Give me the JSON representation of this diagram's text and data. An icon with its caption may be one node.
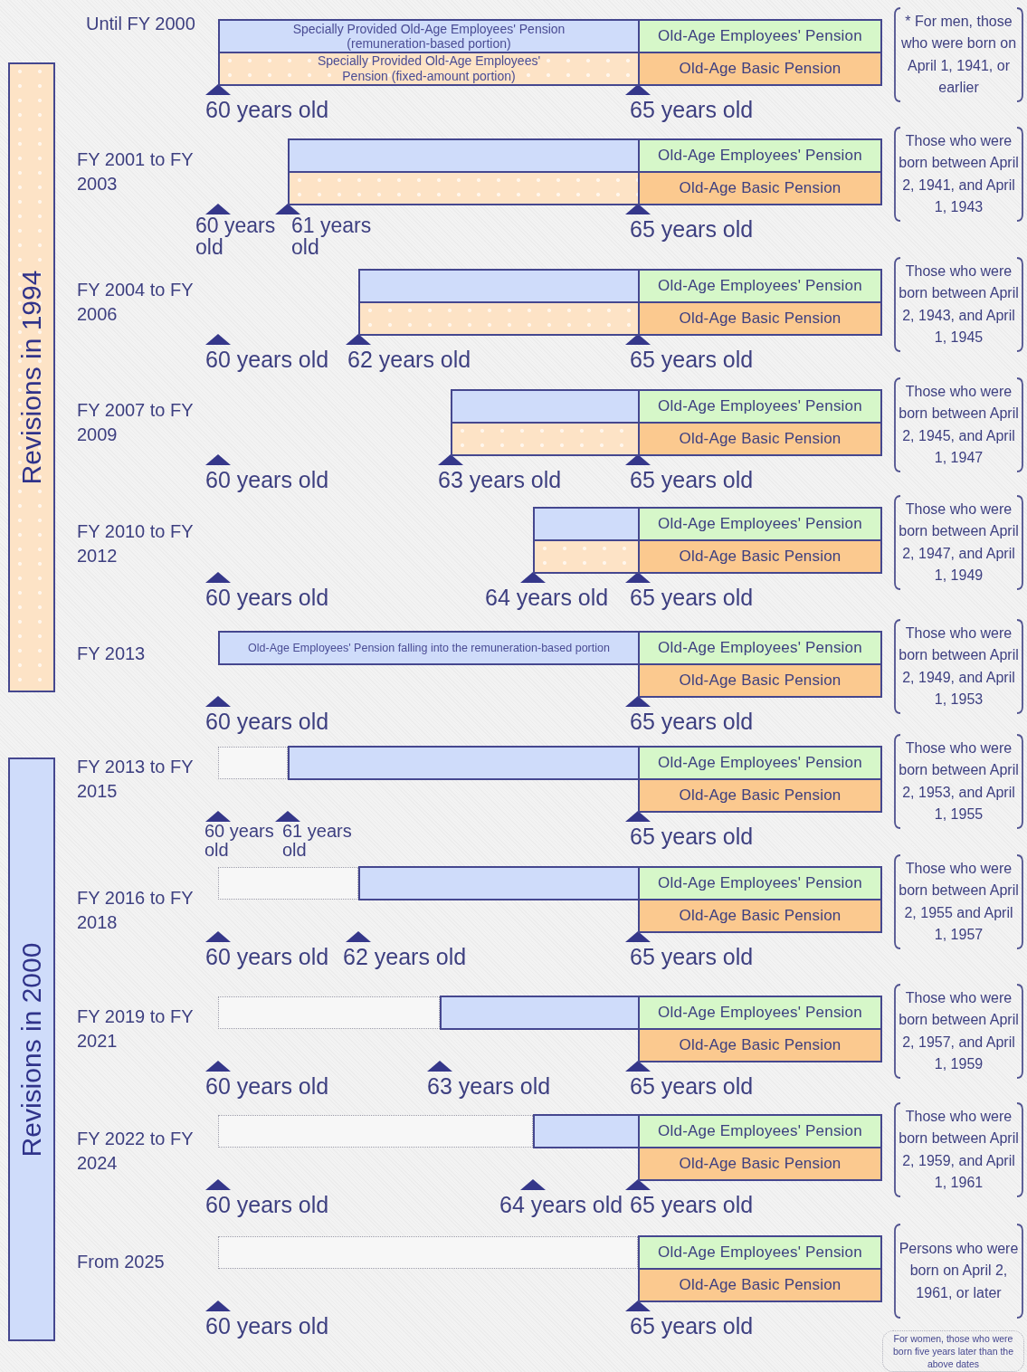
{
  "diagram": {
    "nodes": [
      {
        "text": [
          "Revisions in 1994"
        ]
      },
      {
        "text": [
          "Revisions in 2000"
        ]
      },
      {
        "text": [
          "Specially Provided Old-Age Employees' Pension (remuneration-based portion)"
        ]
      },
      {
        "text": [
          "Old-Age Employees' Pension"
        ]
      },
      {
        "text": [
          "Specially Provided Old-Age Employees' Pension (fixed-amount portion)"
        ]
      },
      {
        "text": [
          "Old-Age Basic Pension"
        ]
      },
      {
        "text": [
          "* For men, those who were born on April 1, 1941, or earlier"
        ]
      },
      {
        "text": [],
        "shape": "bar"
      },
      {
        "text": [
          "Old-Age Employees' Pension"
        ]
      },
      {
        "text": [],
        "shape": "bar"
      },
      {
        "text": [
          "Old-Age Basic Pension"
        ]
      },
      {
        "text": [
          "Those who were born between April 2, 1941, and April 1, 1943"
        ]
      },
      {
        "text": [],
        "shape": "bar"
      },
      {
        "text": [
          "Old-Age Employees' Pension"
        ]
      },
      {
        "text": [],
        "shape": "bar"
      },
      {
        "text": [
          "Old-Age Basic Pension"
        ]
      },
      {
        "text": [
          "Those who were born between April 2, 1943, and April 1, 1945"
        ]
      },
      {
        "text": [],
        "shape": "bar"
      },
      {
        "text": [
          "Old-Age Employees' Pension"
        ]
      },
      {
        "text": [],
        "shape": "bar"
      },
      {
        "text": [
          "Old-Age Basic Pension"
        ]
      },
      {
        "text": [
          "Those who were born between April 2, 1945, and April 1, 1947"
        ]
      },
      {
        "text": [],
        "shape": "bar"
      },
      {
        "text": [
          "Old-Age Employees' Pension"
        ]
      },
      {
        "text": [],
        "shape": "bar"
      },
      {
        "text": [
          "Old-Age Basic Pension"
        ]
      },
      {
        "text": [
          "Those who were born between April 2, 1947, and April 1, 1949"
        ]
      },
      {
        "text": [
          "Old-Age Employees' Pension falling into the remuneration-based portion"
        ]
      },
      {
        "text": [
          "Old-Age Employees' Pension"
        ]
      },
      {
        "text": [
          "Old-Age Basic Pension"
        ]
      },
      {
        "text": [
          "Those who were born between April 2, 1949, and April 1, 1953"
        ]
      },
      {
        "text": [],
        "shape": "box"
      },
      {
        "text": [],
        "shape": "bar"
      },
      {
        "text": [
          "Old-Age Employees' Pension"
        ]
      },
      {
        "text": [
          "Old-Age Basic Pension"
        ]
      },
      {
        "text": [
          "Those who were born between April 2, 1953, and April 1, 1955"
        ]
      },
      {
        "text": [],
        "shape": "box"
      },
      {
        "text": [],
        "shape": "bar"
      },
      {
        "text": [
          "Old-Age Employees' Pension"
        ]
      },
      {
        "text": [
          "Old-Age Basic Pension"
        ]
      },
      {
        "text": [
          "Those who were born between April 2, 1955 and April 1, 1957"
        ]
      },
      {
        "text": [],
        "shape": "box"
      },
      {
        "text": [],
        "shape": "bar"
      },
      {
        "text": [
          "Old-Age Employees' Pension"
        ]
      },
      {
        "text": [
          "Old-Age Basic Pension"
        ]
      },
      {
        "text": [
          "Those who were born between April 2, 1957, and April 1, 1959"
        ]
      },
      {
        "text": [],
        "shape": "box"
      },
      {
        "text": [],
        "shape": "bar"
      },
      {
        "text": [
          "Old-Age Employees' Pension"
        ]
      },
      {
        "text": [
          "Old-Age Basic Pension"
        ]
      },
      {
        "text": [
          "Those who were born between April 2, 1959, and April 1, 1961"
        ]
      },
      {
        "text": [],
        "shape": "box"
      },
      {
        "text": [
          "Old-Age Employees' Pension"
        ]
      },
      {
        "text": [
          "Old-Age Basic Pension"
        ]
      },
      {
        "text": [
          "Persons who were born on April 2, 1961, or later"
        ]
      },
      {
        "text": [
          "For women, those who were born five years later than the above dates"
        ]
      }
    ],
    "labels": [
      "Until FY 2000",
      "60 years old",
      "65 years old",
      "FY 2001 to FY 2003",
      "60 years old",
      "61 years old",
      "65 years old",
      "FY 2004 to FY 2006",
      "60 years old",
      "62 years old",
      "65 years old",
      "FY 2007 to FY 2009",
      "60 years old",
      "63 years old",
      "65 years old",
      "FY 2010 to FY 2012",
      "60 years old",
      "64 years old",
      "65 years old",
      "FY 2013",
      "60 years old",
      "65 years old",
      "FY 2013 to FY 2015",
      "60 years old",
      "61 years old",
      "65 years old",
      "FY 2016 to FY 2018",
      "60 years old",
      "62 years old",
      "65 years old",
      "FY 2019 to FY 2021",
      "60 years old",
      "63 years old",
      "65 years old",
      "FY 2022 to FY 2024",
      "60 years old",
      "64 years old",
      "65 years old",
      "From 2025",
      "60 years old",
      "65 years old"
    ]
  }
}
